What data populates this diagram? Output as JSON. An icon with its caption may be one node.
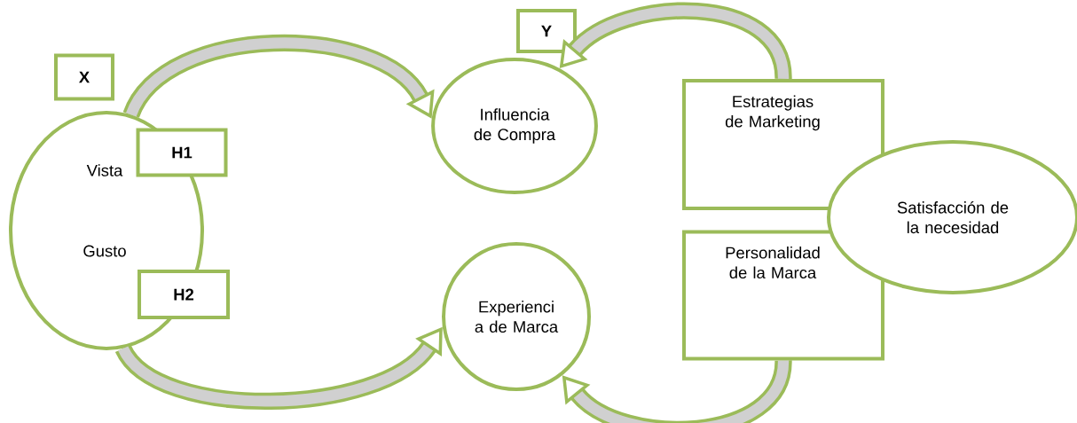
{
  "diagram": {
    "nodes": [
      {
        "text": [
          "X"
        ]
      },
      {
        "text": [
          "Vista",
          "Gusto"
        ]
      },
      {
        "text": [
          "H1"
        ]
      },
      {
        "text": [
          "H2"
        ]
      },
      {
        "text": [
          "Y"
        ]
      },
      {
        "text": [
          "Influencia de Compra"
        ]
      },
      {
        "text": [
          "Experienci a de Marca"
        ]
      },
      {
        "text": [
          "Estrategias de Marketing"
        ]
      },
      {
        "text": [
          "Personalidad de la Marca"
        ]
      },
      {
        "text": [
          "Satisfacción de la necesidad"
        ]
      }
    ],
    "edges": [
      {
        "from": 1,
        "to": 5,
        "arrow": "to"
      },
      {
        "from": 1,
        "to": 6,
        "arrow": "to"
      },
      {
        "from": 7,
        "to": 5,
        "arrow": "to"
      },
      {
        "from": 8,
        "to": 6,
        "arrow": "to"
      }
    ]
  }
}
